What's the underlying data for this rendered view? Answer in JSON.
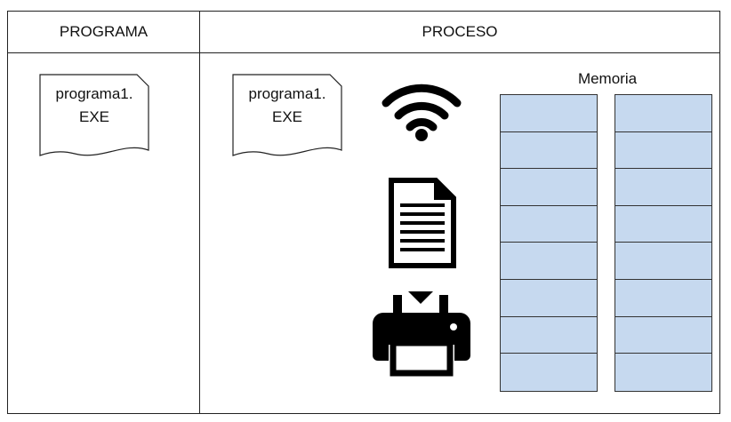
{
  "headers": {
    "left": "PROGRAMA",
    "right": "PROCESO"
  },
  "program_file": {
    "line1": "programa1.",
    "line2": "EXE"
  },
  "process_file": {
    "line1": "programa1.",
    "line2": "EXE"
  },
  "resources": {
    "icons": [
      "wifi-icon",
      "document-icon",
      "printer-icon"
    ]
  },
  "memory": {
    "label": "Memoria",
    "columns": 2,
    "cells_per_column": 8,
    "cell_color": "#c6d9ef"
  }
}
